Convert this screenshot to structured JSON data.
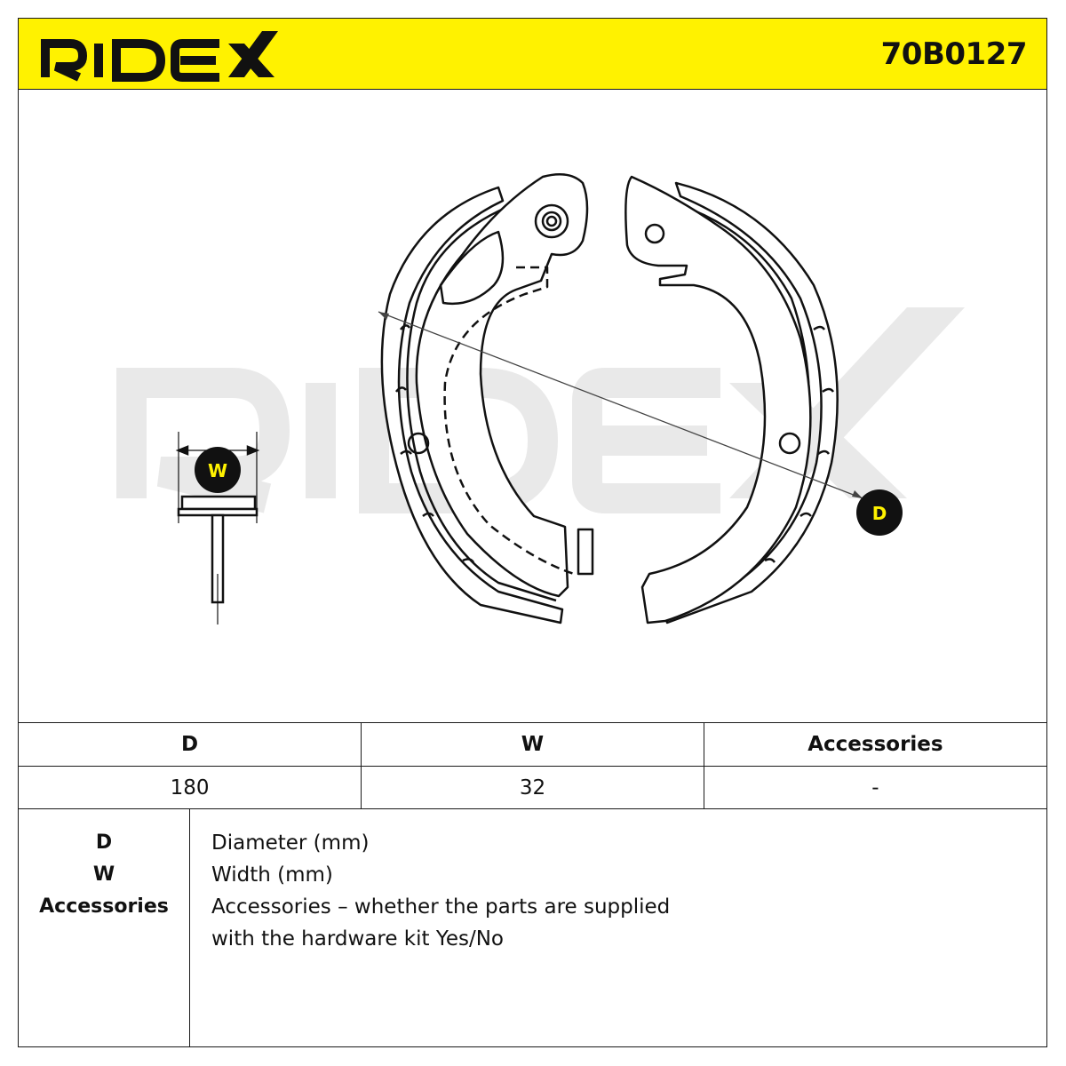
{
  "header": {
    "brand": "RIDEX",
    "part_number": "70B0127",
    "bg_color": "#FFF200"
  },
  "drawing": {
    "watermark": "RIDEX",
    "width_badge": "W",
    "diameter_badge": "D",
    "badge_color": "#FFF200"
  },
  "specs": {
    "headers": [
      "D",
      "W",
      "Accessories"
    ],
    "values": [
      "180",
      "32",
      "-"
    ]
  },
  "legend": {
    "keys": [
      "D",
      "W",
      "Accessories"
    ],
    "descriptions": [
      "Diameter (mm)",
      "Width (mm)",
      "Accessories – whether the parts are supplied",
      "with the hardware kit Yes/No"
    ]
  }
}
